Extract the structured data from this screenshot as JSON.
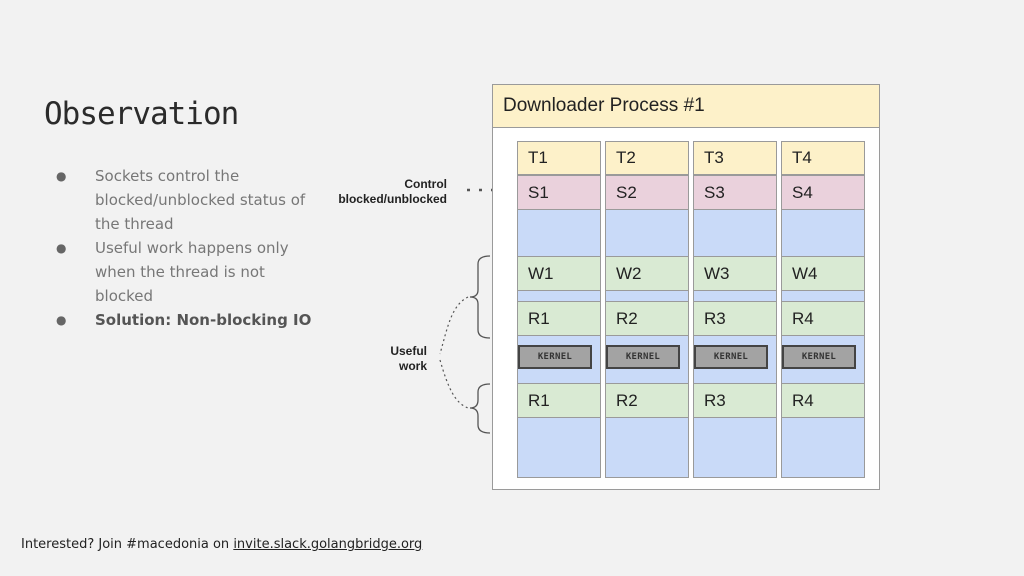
{
  "title": "Observation",
  "bullets": [
    "Sockets control the blocked/unblocked status of the thread",
    "Useful work happens only when the thread is not blocked",
    "Solution: Non-blocking IO"
  ],
  "footer": {
    "prefix": "Interested? Join #macedonia on ",
    "link": "invite.slack.golangbridge.org"
  },
  "diagram": {
    "process_title": "Downloader Process #1",
    "columns": [
      {
        "thread": "T1",
        "socket": "S1",
        "work": "W1",
        "read_a": "R1",
        "kernel": "KERNEL",
        "read_b": "R1"
      },
      {
        "thread": "T2",
        "socket": "S2",
        "work": "W2",
        "read_a": "R2",
        "kernel": "KERNEL",
        "read_b": "R2"
      },
      {
        "thread": "T3",
        "socket": "S3",
        "work": "W3",
        "read_a": "R3",
        "kernel": "KERNEL",
        "read_b": "R3"
      },
      {
        "thread": "T4",
        "socket": "S4",
        "work": "W4",
        "read_a": "R4",
        "kernel": "KERNEL",
        "read_b": "R4"
      }
    ],
    "control_label": [
      "Control",
      "blocked/unblocked"
    ],
    "useful_label": [
      "Useful",
      "work"
    ]
  },
  "colors": {
    "thread": "#fdf1c9",
    "socket": "#ead1dc",
    "work": "#d9ead3",
    "idle": "#c9daf8",
    "kernel": "#a3a3a3"
  }
}
